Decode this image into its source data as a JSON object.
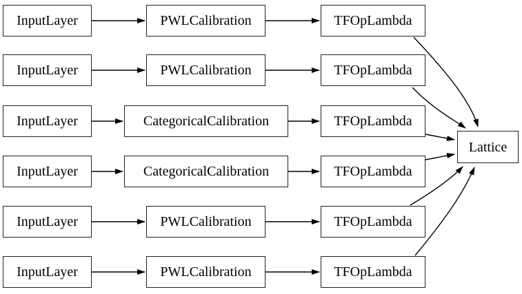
{
  "diagram": {
    "type": "keras-model-graph",
    "direction": "left-to-right",
    "rows": [
      {
        "input": "InputLayer",
        "calibrator": "PWLCalibration",
        "op": "TFOpLambda"
      },
      {
        "input": "InputLayer",
        "calibrator": "PWLCalibration",
        "op": "TFOpLambda"
      },
      {
        "input": "InputLayer",
        "calibrator": "CategoricalCalibration",
        "op": "TFOpLambda"
      },
      {
        "input": "InputLayer",
        "calibrator": "CategoricalCalibration",
        "op": "TFOpLambda"
      },
      {
        "input": "InputLayer",
        "calibrator": "PWLCalibration",
        "op": "TFOpLambda"
      },
      {
        "input": "InputLayer",
        "calibrator": "PWLCalibration",
        "op": "TFOpLambda"
      }
    ],
    "output_node": {
      "label": "Lattice"
    },
    "colors": {
      "background": "#ffffff",
      "node_border": "#1f1f1f",
      "node_fill": "#ffffff",
      "edge": "#000000",
      "text": "#000000"
    }
  }
}
